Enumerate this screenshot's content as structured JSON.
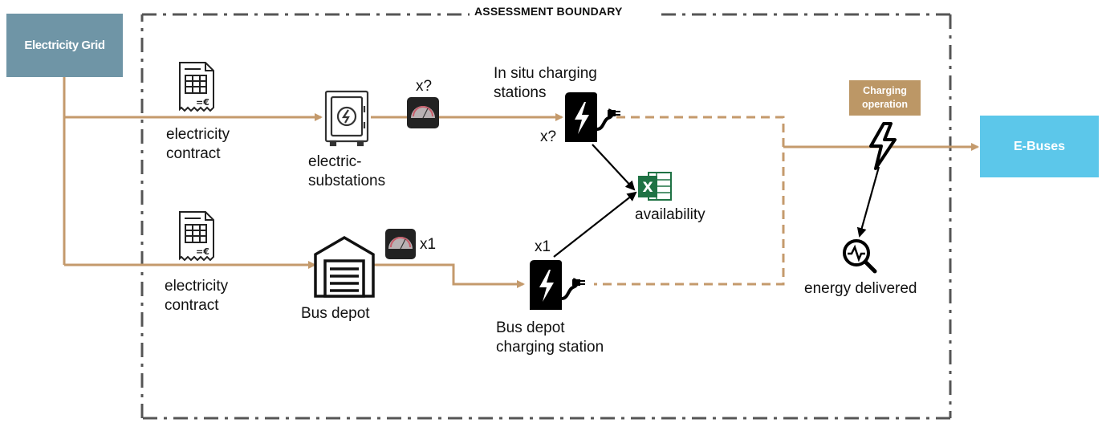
{
  "boundary": {
    "title": "ASSESSMENT BOUNDARY"
  },
  "nodes": {
    "electricity_grid": "Electricity Grid",
    "e_buses": "E-Buses",
    "charging_operation": "Charging operation"
  },
  "labels": {
    "electricity_contract_top": [
      "electricity",
      "contract"
    ],
    "electricity_contract_bottom": [
      "electricity",
      "contract"
    ],
    "electric_substations": [
      "electric-",
      "substations"
    ],
    "bus_depot": "Bus depot",
    "in_situ_charging_stations": [
      "In situ charging",
      "stations"
    ],
    "bus_depot_charging_station": [
      "Bus depot",
      "charging station"
    ],
    "availability": "availability",
    "energy_delivered": "energy delivered"
  },
  "meter_labels": {
    "substation_meter": "x?",
    "in_situ_station_count": "x?",
    "depot_meter": "x1",
    "depot_station_count": "x1"
  },
  "colors": {
    "flow_line": "#c49a6c",
    "boundary_line": "#555555",
    "grid_box": "#6f95a6",
    "ebus_box": "#5cc7ea",
    "charging_box": "#bc9766",
    "excel_green": "#1f7244"
  },
  "icons": [
    "invoice-icon",
    "substation-safe-icon",
    "meter-gauge-icon",
    "garage-icon",
    "charging-station-icon",
    "excel-icon",
    "lightning-icon",
    "search-pulse-icon"
  ]
}
